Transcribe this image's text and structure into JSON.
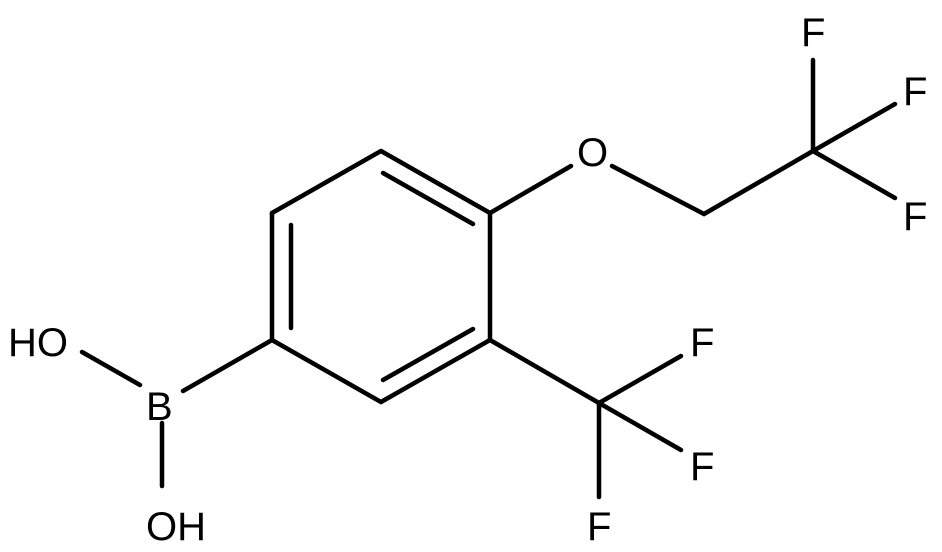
{
  "molecule": {
    "atoms": {
      "ho_top": "HO",
      "b": "B",
      "oh_bottom": "OH",
      "o_ether": "O",
      "f_cf3_ring_top": "F",
      "f_cf3_ring_right": "F",
      "f_cf3_ring_bottom": "F",
      "f_cf3_chain_top": "F",
      "f_cf3_chain_right": "F",
      "f_cf3_chain_lower": "F"
    }
  }
}
